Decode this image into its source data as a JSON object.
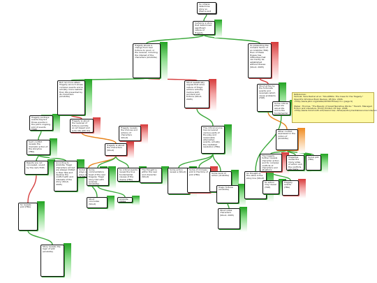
{
  "diagram": {
    "title_node": "",
    "nodes": [
      {
        "id": "n0",
        "kind": "root",
        "text": "So criteria determine story so (Hence and Aris Aristotle's argument)"
      },
      {
        "id": "n1",
        "kind": "green",
        "text": "Certainly a story that determines significant nature of Tragedy (Aristotle)"
      },
      {
        "id": "n2",
        "kind": "green",
        "text": "Tragedy shows a change from bad fortune to good, or the reverse, including the interest of the characters (Aristotle)"
      },
      {
        "id": "n3",
        "kind": "red",
        "text": "So presenting the mimetic factor of an Aristotle (TKR) then of these theses has difficulties that can hardly be established without theses (Stout, 2005)"
      },
      {
        "id": "n4",
        "kind": "green",
        "text": "But can more attain Tragedy since it shows complex events and is actually more realistic than life presented by its characters (Aristotle)"
      },
      {
        "id": "n5",
        "kind": "red",
        "text": "Stout realistically argues that since nature of Tragic actions actually involve both accident and fortune (Stout, 2005)"
      },
      {
        "id": "n6",
        "kind": "green",
        "text": "Tragedy portrays events beyond those events in the plot's ongoing plot of events (TOP)"
      },
      {
        "id": "n7",
        "kind": "green",
        "text": "The critical source has recovered various parts of the play and reasonable alternative events, actually the mediated resolution (TBA)"
      },
      {
        "id": "n8",
        "kind": "red",
        "text": "Tragedy is about the reversal of fortune and life; an art based and is for life with the plot (Stout, 2005)"
      },
      {
        "id": "n9",
        "kind": "green",
        "text": "Such conflict reveals the dramatic action of the storyline (TBA)"
      },
      {
        "id": "n10",
        "kind": "red",
        "text": "Tragedy reveals the choices and actions of characters (Stout)"
      },
      {
        "id": "n11",
        "kind": "green",
        "text": "Stout writes by the fortunate events and reversals which cause problems (TOP)"
      },
      {
        "id": "n12",
        "kind": "green",
        "text": "Some critical plays are about life and is the fundamental point of (Aristotle, Stout)"
      },
      {
        "id": "n13",
        "kind": "orange",
        "text": "Other conflict expressed in the notion of (Aristotle)"
      },
      {
        "id": "n14",
        "kind": "red",
        "text": "Tragedy is about the characters (Stout)"
      },
      {
        "id": "n15",
        "kind": "green",
        "text": "Results are not concealed, sound by the rest (TOP)"
      },
      {
        "id": "n16",
        "kind": "green",
        "text": "According to Aristotle, Tragic characters act but are always limited in their fate and develop the conflict with and interests of the story (Stout, 2005)"
      },
      {
        "id": "n17",
        "kind": "green",
        "text": "Social realistically plays are in the ways where much of different situations of the TOP (TOP)"
      },
      {
        "id": "n18",
        "kind": "green",
        "text": "Some commentators treat of the real tragedy: Tragic story told with purpose (Aristotle)"
      },
      {
        "id": "n19",
        "kind": "green",
        "text": "So critical events reveal the true fundamental causes of the drama (TBA)"
      },
      {
        "id": "n20",
        "kind": "green",
        "text": "The thought is within the real and character (Stout)"
      },
      {
        "id": "n21",
        "kind": "green",
        "text": "Some action reveal a (Stout)"
      },
      {
        "id": "n22",
        "kind": "red",
        "text": "Some of mimesis plot in the time of plot (TBA)"
      },
      {
        "id": "n23",
        "kind": "green",
        "text": "Some work of action (Aristotle)"
      },
      {
        "id": "n24",
        "kind": "green",
        "text": "So thought of the value is the story line (Stout)"
      },
      {
        "id": "n25",
        "kind": "red",
        "text": "The tragedy further reveals character action and for complex conflicts of characters and situations (Aristotle)"
      },
      {
        "id": "n26",
        "kind": "green",
        "text": "Tragedies reveal the many sides of action and the conflicts are many (Stout)"
      },
      {
        "id": "n27",
        "kind": "green",
        "text": "Social plot (TBA)"
      },
      {
        "id": "n28",
        "kind": "green",
        "text": "So action may reveal (TOP)"
      },
      {
        "id": "n29",
        "kind": "red",
        "text": "Tragedy events (TBA)"
      },
      {
        "id": "n30",
        "kind": "green",
        "text": "Stout concludes (Stout)"
      },
      {
        "id": "n31",
        "kind": "green",
        "text": "Aristotle states that mimesis (TOP)"
      },
      {
        "id": "n32",
        "kind": "green",
        "text": "Tragic fortune (Aristotle)"
      },
      {
        "id": "n33",
        "kind": "green",
        "text": "Stout notes characters (Stout, 2005)"
      },
      {
        "id": "n34",
        "kind": "green",
        "text": "So reveals plot (TBA)"
      },
      {
        "id": "n35",
        "kind": "green",
        "text": "Story reveals the logic of plot (Aristotle)"
      }
    ],
    "note": {
      "lines": [
        "References:",
        "Samuel, Sara Rachel et al. \"Stout/Mills: The Case for the Tragedy.\" Openlit's Omnibus Book Review, 28 Nov. 2006. <http://www.jstor.org/stable/4039478?seq=1> (page 6)",
        "",
        "Weber, Thomas. \"The Beauty of Great Narrative Works.\" TraceVi. Managed Fiction and Literature, Trinity Printed, 25 Sep. 2006 <http://www.monmouth.edu/resources/~tsharpe/storymentalresourcecode/normal.html>"
      ]
    },
    "colors": {
      "support": "#2f9a2f",
      "objection": "#d64040",
      "rebuttal": "#e8841c"
    }
  }
}
